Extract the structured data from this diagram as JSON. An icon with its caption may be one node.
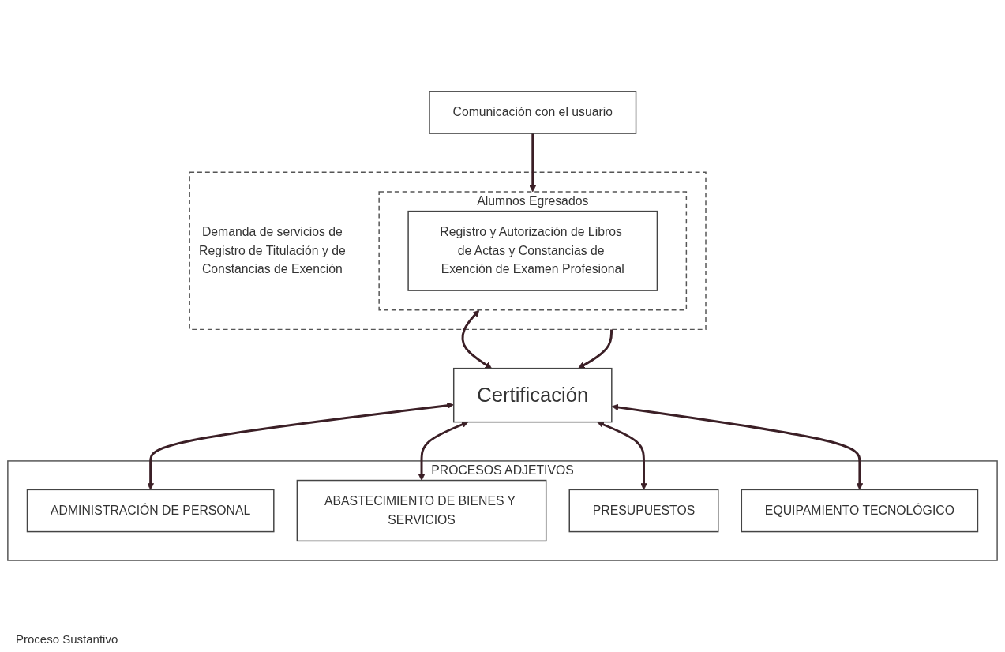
{
  "diagram": {
    "nodes": [
      {
        "text": [
          "Comunicación con el usuario"
        ]
      },
      {
        "text": [
          "Demanda de servicios de Registro de Titulación y de Constancias de Exención"
        ]
      },
      {
        "text": [
          "Alumnos Egresados"
        ],
        "in": 1
      },
      {
        "text": [
          "Registro y Autorización de Libros de Actas y Constancias de Exención de Examen Profesional"
        ],
        "in": 2
      },
      {
        "text": [
          "Certificación"
        ]
      },
      {
        "text": [
          "PROCESOS ADJETIVOS"
        ]
      },
      {
        "text": [
          "ADMINISTRACIÓN DE PERSONAL"
        ],
        "in": 5
      },
      {
        "text": [
          "ABASTECIMIENTO DE BIENES Y SERVICIOS"
        ],
        "in": 5
      },
      {
        "text": [
          "PRESUPUESTOS"
        ],
        "in": 5
      },
      {
        "text": [
          "EQUIPAMIENTO TECNOLÓGICO"
        ],
        "in": 5
      }
    ],
    "edges": [
      {
        "from": 0,
        "to": 2,
        "arrow": "to"
      },
      {
        "from": 2,
        "to": 4,
        "arrow": "both"
      },
      {
        "from": 1,
        "to": 4,
        "arrow": "to"
      },
      {
        "from": 4,
        "to": 6,
        "arrow": "both"
      },
      {
        "from": 4,
        "to": 7,
        "arrow": "both"
      },
      {
        "from": 4,
        "to": 8,
        "arrow": "both"
      },
      {
        "from": 4,
        "to": 9,
        "arrow": "both"
      }
    ],
    "labels": [
      "Proceso Sustantivo"
    ]
  }
}
